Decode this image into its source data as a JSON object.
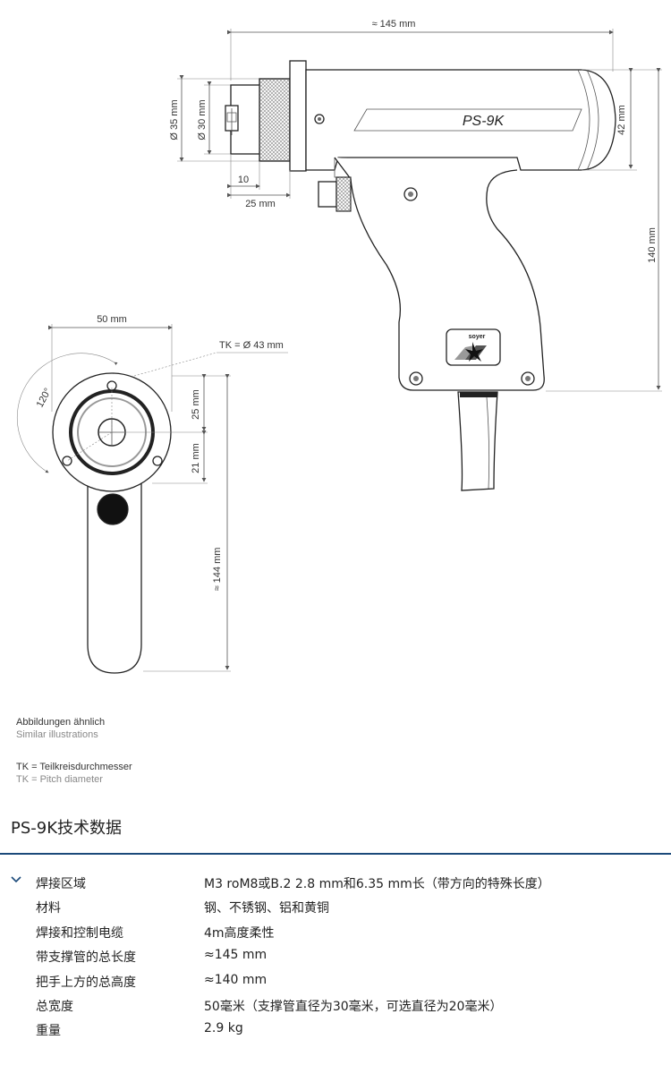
{
  "drawing": {
    "labels": {
      "total_length": "≈ 145 mm",
      "d35": "Ø 35 mm",
      "d30": "Ø 30 mm",
      "dim10": "10",
      "dim25": "25 mm",
      "model": "PS-9K",
      "dim42": "42 mm",
      "dim140": "140 mm",
      "width50": "50 mm",
      "tk": "TK = Ø 43 mm",
      "angle120": "120°",
      "dim25v": "25 mm",
      "dim21v": "21 mm",
      "dim144": "≈ 144 mm",
      "brand": "soyer"
    }
  },
  "notes": {
    "abbildungen_de": "Abbildungen ähnlich",
    "abbildungen_en": "Similar illustrations",
    "tk_de": "TK = Teilkreisdurchmesser",
    "tk_en": "TK =  Pitch diameter"
  },
  "specs": {
    "title": "PS-9K技术数据",
    "rows": [
      {
        "key": "焊接区域",
        "value": "M3 roM8或B.2 2.8 mm和6.35 mm长（带方向的特殊长度）"
      },
      {
        "key": "材料",
        "value": "钢、不锈钢、铝和黄铜"
      },
      {
        "key": "焊接和控制电缆",
        "value": "4m高度柔性"
      },
      {
        "key": "带支撑管的总长度",
        "value": "≈145 mm"
      },
      {
        "key": "把手上方的总高度",
        "value": "≈140 mm"
      },
      {
        "key": "总宽度",
        "value": "50毫米（支撑管直径为30毫米，可选直径为20毫米）"
      },
      {
        "key": "重量",
        "value": "2.9 kg"
      }
    ],
    "accent": "#1b4a7a"
  }
}
